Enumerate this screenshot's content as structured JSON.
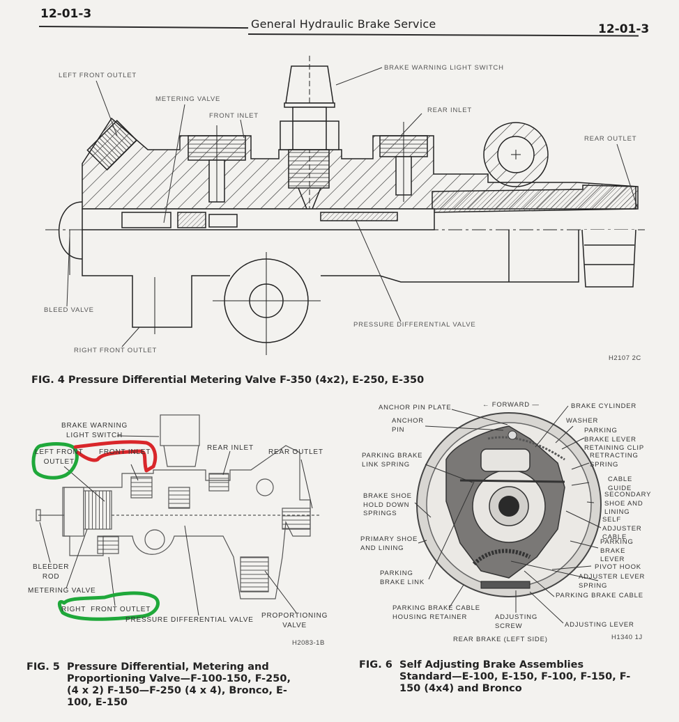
{
  "header": {
    "page_left": "12-01-3",
    "title": "General Hydraulic Brake Service",
    "page_right": "12-01-3"
  },
  "fig4": {
    "labels": {
      "left_front_outlet": "LEFT FRONT OUTLET",
      "metering_valve": "METERING VALVE",
      "front_inlet": "FRONT INLET",
      "brake_warning_light_switch": "BRAKE WARNING LIGHT SWITCH",
      "rear_inlet": "REAR INLET",
      "rear_outlet": "REAR OUTLET",
      "bleed_valve": "BLEED VALVE",
      "right_front_outlet": "RIGHT FRONT OUTLET",
      "pressure_differential_valve": "PRESSURE DIFFERENTIAL VALVE"
    },
    "code": "H2107 2C",
    "caption_num": "FIG. 4",
    "caption_text": "Pressure Differential Metering Valve F-350 (4x2), E-250, E-350"
  },
  "fig5": {
    "labels": {
      "brake_warning_light_switch": "BRAKE WARNING\nLIGHT SWITCH",
      "left_front_outlet": "LEFT FRONT\nOUTLET",
      "front_inlet": "FRONT INLET",
      "rear_inlet": "REAR INLET",
      "rear_outlet": "REAR OUTLET",
      "bleeder_rod": "BLEEDER\nROD",
      "metering_valve": "METERING VALVE",
      "right_front_outlet": "RIGHT  FRONT OUTLET",
      "pressure_differential_valve": "PRESSURE DIFFERENTIAL VALVE",
      "proportioning_valve": "PROPORTIONING\nVALVE"
    },
    "annotations": {
      "green_color": "#1fa83a",
      "red_color": "#d9262a"
    },
    "code": "H2083-1B",
    "caption_num": "FIG. 5",
    "caption_lines": [
      "Pressure Differential, Metering and",
      "Proportioning Valve—F-100-150, F-250,",
      "(4 x 2) F-150—F-250 (4 x 4), Bronco, E-",
      "100, E-150"
    ]
  },
  "fig6": {
    "labels": {
      "anchor_pin_plate": "ANCHOR PIN PLATE",
      "forward": "← FORWARD —",
      "brake_cylinder": "BRAKE CYLINDER",
      "anchor_pin": "ANCHOR\nPIN",
      "washer": "WASHER",
      "parking_brake_lever_retaining_clip": "PARKING\nBRAKE LEVER\nRETAINING CLIP",
      "retracting_spring": "RETRACTING\nSPRING",
      "parking_brake_link_spring": "PARKING BRAKE\nLINK SPRING",
      "cable_guide": "CABLE\nGUIDE",
      "brake_shoe_hold_down_springs": "BRAKE SHOE\nHOLD DOWN\nSPRINGS",
      "secondary_shoe_and_lining": "SECONDARY\nSHOE AND\nLINING",
      "self_adjuster_cable": "SELF\nADJUSTER\nCABLE",
      "primary_shoe_and_lining": "PRIMARY SHOE\nAND LINING",
      "parking_brake_lever": "PARKING\nBRAKE\nLEVER",
      "pivot_hook": "PIVOT HOOK",
      "parking_brake_link": "PARKING\nBRAKE LINK",
      "adjuster_lever_spring": "ADJUSTER LEVER\nSPRING",
      "parking_brake_cable": "PARKING BRAKE CABLE",
      "parking_brake_cable_housing_retainer": "PARKING BRAKE CABLE\nHOUSING RETAINER",
      "adjusting_screw": "ADJUSTING\nSCREW",
      "adjusting_lever": "ADJUSTING LEVER",
      "rear_brake_left_side": "REAR BRAKE (LEFT SIDE)"
    },
    "code": "H1340 1J",
    "caption_num": "FIG. 6",
    "caption_lines": [
      "Self Adjusting Brake Assemblies",
      "Standard—E-100, E-150, F-100, F-150, F-",
      "150 (4x4) and Bronco"
    ]
  }
}
